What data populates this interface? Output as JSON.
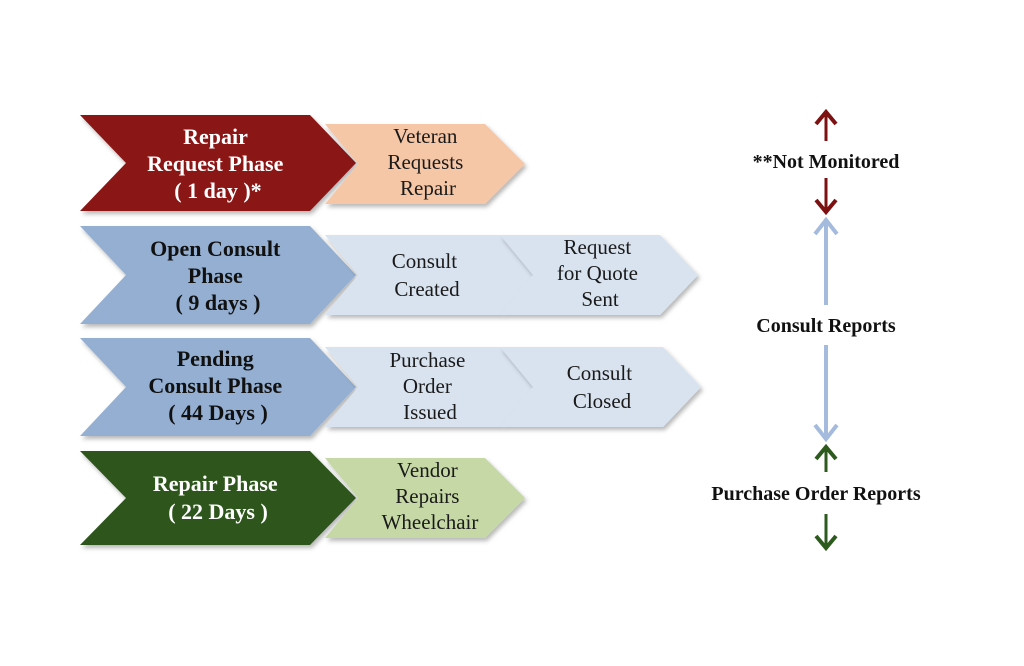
{
  "colors": {
    "repair_request_phase": "#8b1313",
    "repair_request_step": "#f6c7a6",
    "open_consult_phase": "#94afd1",
    "consult_step": "#d9e3f0",
    "repair_phase": "#2f571e",
    "repair_step": "#c5d8a5",
    "arrow_red": "#7d1010",
    "arrow_blue": "#a4bbdd",
    "arrow_green": "#2d5a1d"
  },
  "phases": [
    {
      "lines": [
        "Repair",
        "Request Phase",
        "( 1 day )*"
      ],
      "steps": [
        {
          "lines": [
            "Veteran",
            "Requests",
            "Repair"
          ]
        }
      ]
    },
    {
      "lines": [
        "Open Consult",
        "Phase",
        "( 9 days )"
      ],
      "steps": [
        {
          "lines": [
            "Consult",
            "Created"
          ]
        },
        {
          "lines": [
            "Request",
            "for Quote",
            "Sent"
          ]
        }
      ]
    },
    {
      "lines": [
        "Pending",
        "Consult  Phase",
        "( 44 Days )"
      ],
      "steps": [
        {
          "lines": [
            "Purchase",
            "Order",
            "Issued"
          ]
        },
        {
          "lines": [
            "Consult",
            "Closed"
          ]
        }
      ]
    },
    {
      "lines": [
        "Repair Phase",
        "( 22 Days )"
      ],
      "steps": [
        {
          "lines": [
            "Vendor",
            "Repairs",
            "Wheelchair"
          ]
        }
      ]
    }
  ],
  "reports": {
    "not_monitored": "**Not Monitored",
    "consult_reports": "Consult Reports",
    "purchase_order_reports": "Purchase Order Reports"
  }
}
